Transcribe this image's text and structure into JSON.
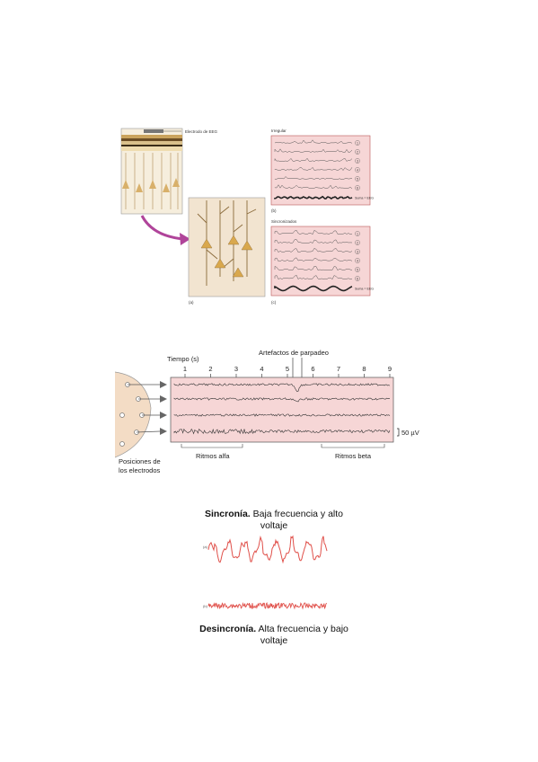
{
  "figure1": {
    "electrode_label": "Electrodo de EEG",
    "panel_a": "(a)",
    "panel_b": "(b)",
    "panel_c": "(c)",
    "irregular_title": "Irregular",
    "sync_title": "Sincronizados",
    "channels": [
      "1",
      "2",
      "3",
      "4",
      "5",
      "6"
    ],
    "sum_label": "Suma = EEG"
  },
  "figure2": {
    "time_label": "Tiempo (s)",
    "ticks": [
      "1",
      "2",
      "3",
      "4",
      "5",
      "6",
      "7",
      "8",
      "9"
    ],
    "artifacts_label": "Artefactos de parpadeo",
    "scale_label": "50 µV",
    "alpha_label": "Ritmos alfa",
    "beta_label": "Ritmos beta",
    "electrodes_label_line1": "Posiciones de",
    "electrodes_label_line2": "los electrodos"
  },
  "figure3": {
    "sync_bold": "Sincronía.",
    "sync_rest_line1": " Baja frecuencia y alto",
    "sync_rest_line2": "voltaje",
    "label_a": "(a)",
    "label_b": "(b)",
    "desync_bold": "Desincronía.",
    "desync_rest_line1": " Alta frecuencia y bajo",
    "desync_rest_line2": "voltaje"
  },
  "colors": {
    "panel_pink": "#f6d6d6",
    "trace_red": "#e0504a",
    "arrow_purple": "#b0449a"
  }
}
